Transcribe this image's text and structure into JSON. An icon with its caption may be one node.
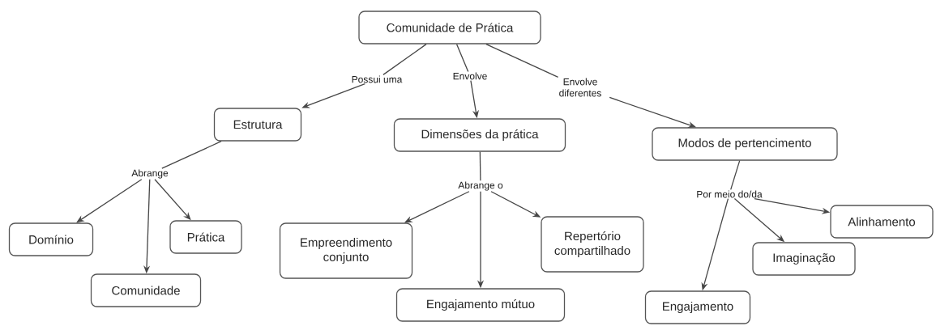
{
  "diagram": {
    "nodes": [
      {
        "text": [
          "Comunidade de Prática"
        ]
      },
      {
        "text": [
          "Possui uma"
        ]
      },
      {
        "text": [
          "Estrutura"
        ]
      },
      {
        "text": [
          "Envolve"
        ]
      },
      {
        "text": [
          "Dimensões da prática"
        ]
      },
      {
        "text": [
          "Envolve diferentes"
        ]
      },
      {
        "text": [
          "Modos de pertencimento"
        ]
      },
      {
        "text": [
          "Abrange"
        ]
      },
      {
        "text": [
          "Domínio"
        ]
      },
      {
        "text": [
          "Comunidade"
        ]
      },
      {
        "text": [
          "Prática"
        ]
      },
      {
        "text": [
          "Abrange o"
        ]
      },
      {
        "text": [
          "Empreendimento conjunto"
        ]
      },
      {
        "text": [
          "Engajamento mútuo"
        ]
      },
      {
        "text": [
          "Repertório compartilhado"
        ]
      },
      {
        "text": [
          "Por meio do/da"
        ]
      },
      {
        "text": [
          "Alinhamento"
        ]
      },
      {
        "text": [
          "Imaginação"
        ]
      },
      {
        "text": [
          "Engajamento"
        ]
      }
    ],
    "edges": [
      {
        "from": 0,
        "to": 1,
        "arrow": "none"
      },
      {
        "from": 1,
        "to": 2,
        "arrow": "to"
      },
      {
        "from": 0,
        "to": 3,
        "arrow": "none"
      },
      {
        "from": 3,
        "to": 4,
        "arrow": "to"
      },
      {
        "from": 0,
        "to": 5,
        "arrow": "none"
      },
      {
        "from": 5,
        "to": 6,
        "arrow": "to"
      },
      {
        "from": 2,
        "to": 7,
        "arrow": "none"
      },
      {
        "from": 7,
        "to": 8,
        "arrow": "to"
      },
      {
        "from": 7,
        "to": 9,
        "arrow": "to"
      },
      {
        "from": 7,
        "to": 10,
        "arrow": "to"
      },
      {
        "from": 4,
        "to": 11,
        "arrow": "none"
      },
      {
        "from": 11,
        "to": 12,
        "arrow": "to"
      },
      {
        "from": 11,
        "to": 13,
        "arrow": "to"
      },
      {
        "from": 11,
        "to": 14,
        "arrow": "to"
      },
      {
        "from": 6,
        "to": 15,
        "arrow": "none"
      },
      {
        "from": 15,
        "to": 16,
        "arrow": "to"
      },
      {
        "from": 15,
        "to": 17,
        "arrow": "to"
      },
      {
        "from": 15,
        "to": 18,
        "arrow": "to"
      }
    ]
  }
}
